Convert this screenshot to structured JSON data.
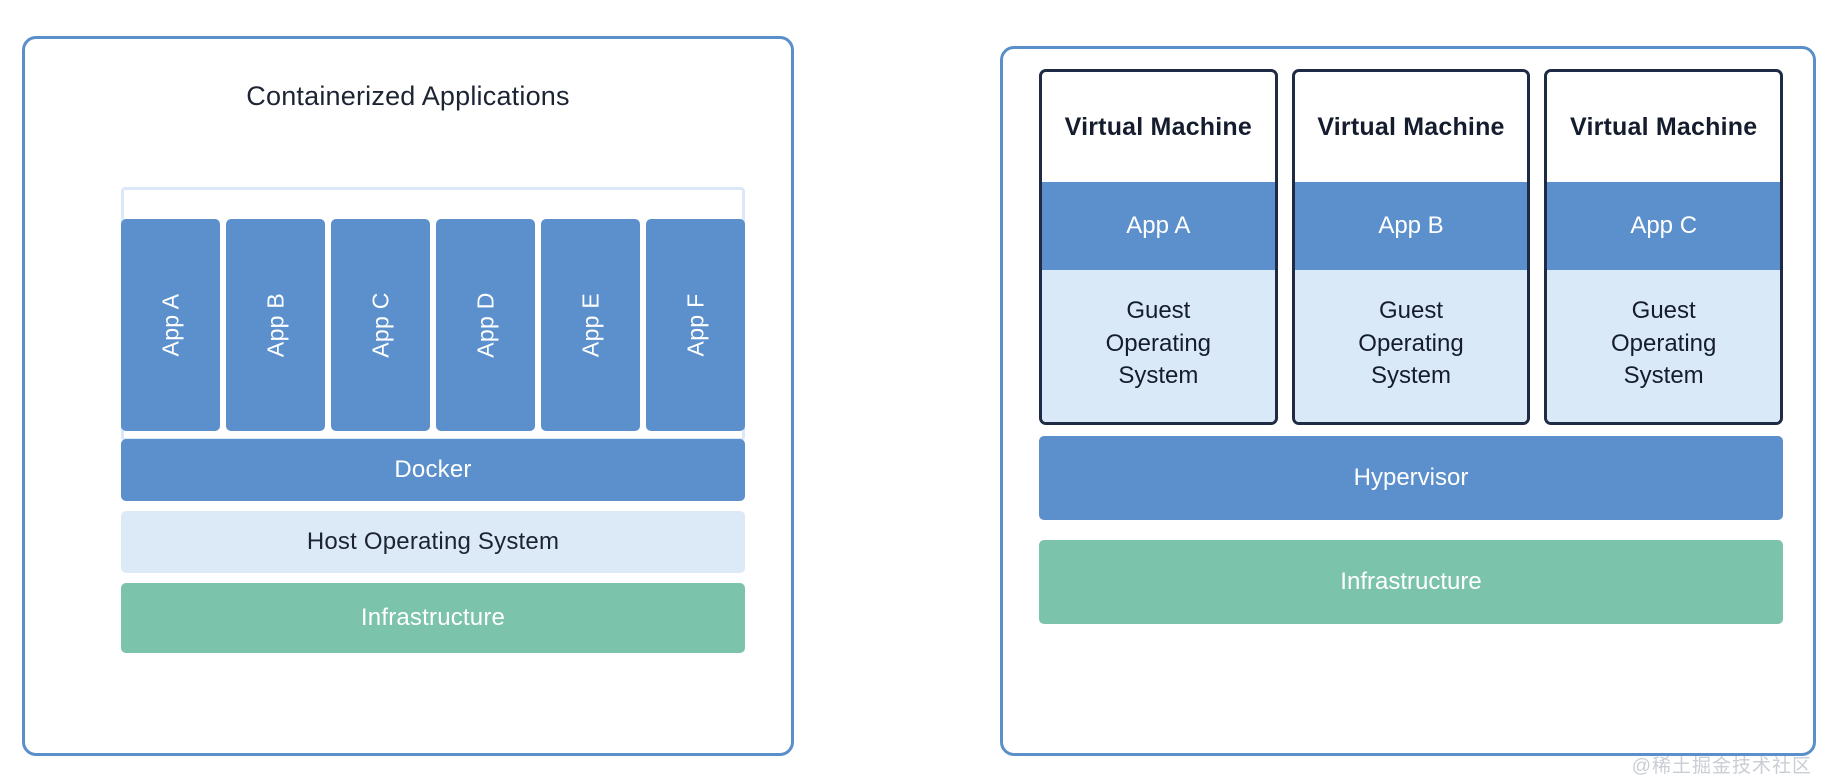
{
  "diagram": {
    "watermark": "@稀土掘金技术社区",
    "colors": {
      "panel_border": "#5b8fc9",
      "app_blue": "#5b90cc",
      "light_blue": "#dce9f7",
      "infra_green": "#7cc3ac",
      "vm_border": "#1f2a44",
      "text_dark": "#1c2433",
      "text_light": "#ffffff"
    },
    "containers_panel": {
      "title": "Containerized Applications",
      "apps": [
        {
          "label": "App A"
        },
        {
          "label": "App B"
        },
        {
          "label": "App C"
        },
        {
          "label": "App D"
        },
        {
          "label": "App E"
        },
        {
          "label": "App F"
        }
      ],
      "layers": [
        {
          "label": "Docker"
        },
        {
          "label": "Host Operating System"
        },
        {
          "label": "Infrastructure"
        }
      ]
    },
    "vm_panel": {
      "vms": [
        {
          "title": "Virtual Machine",
          "app": "App A",
          "guest_os": "Guest\nOperating\nSystem"
        },
        {
          "title": "Virtual Machine",
          "app": "App B",
          "guest_os": "Guest\nOperating\nSystem"
        },
        {
          "title": "Virtual Machine",
          "app": "App C",
          "guest_os": "Guest\nOperating\nSystem"
        }
      ],
      "layers": [
        {
          "label": "Hypervisor"
        },
        {
          "label": "Infrastructure"
        }
      ]
    }
  }
}
